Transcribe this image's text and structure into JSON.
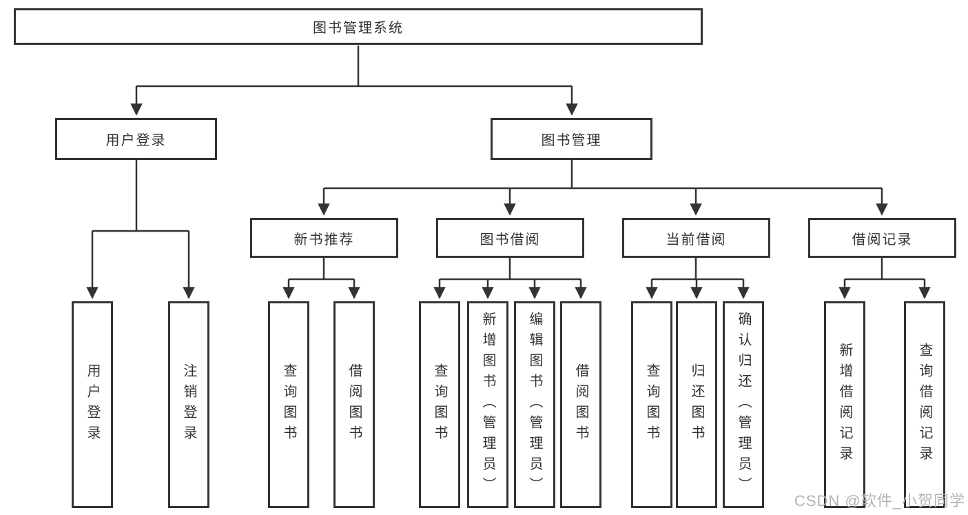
{
  "diagram": {
    "type": "hierarchy",
    "tree": {
      "label": "图书管理系统",
      "children": [
        {
          "label": "用户登录",
          "children": [
            {
              "label": "用户登录"
            },
            {
              "label": "注销登录"
            }
          ]
        },
        {
          "label": "图书管理",
          "children": [
            {
              "label": "新书推荐",
              "children": [
                {
                  "label": "查询图书"
                },
                {
                  "label": "借阅图书"
                }
              ]
            },
            {
              "label": "图书借阅",
              "children": [
                {
                  "label": "查询图书"
                },
                {
                  "label": "新增图书（管理员）"
                },
                {
                  "label": "编辑图书（管理员）"
                },
                {
                  "label": "借阅图书"
                }
              ]
            },
            {
              "label": "当前借阅",
              "children": [
                {
                  "label": "查询图书"
                },
                {
                  "label": "归还图书"
                },
                {
                  "label": "确认归还（管理员）"
                }
              ]
            },
            {
              "label": "借阅记录",
              "children": [
                {
                  "label": "新增借阅记录"
                },
                {
                  "label": "查询借阅记录"
                }
              ]
            }
          ]
        }
      ]
    },
    "colors": {
      "line": "#333333",
      "text": "#333333",
      "box_background": "#ffffff",
      "watermark": "#b3b3b3"
    }
  },
  "watermark": {
    "text": "CSDN @软件_小贺同学"
  }
}
